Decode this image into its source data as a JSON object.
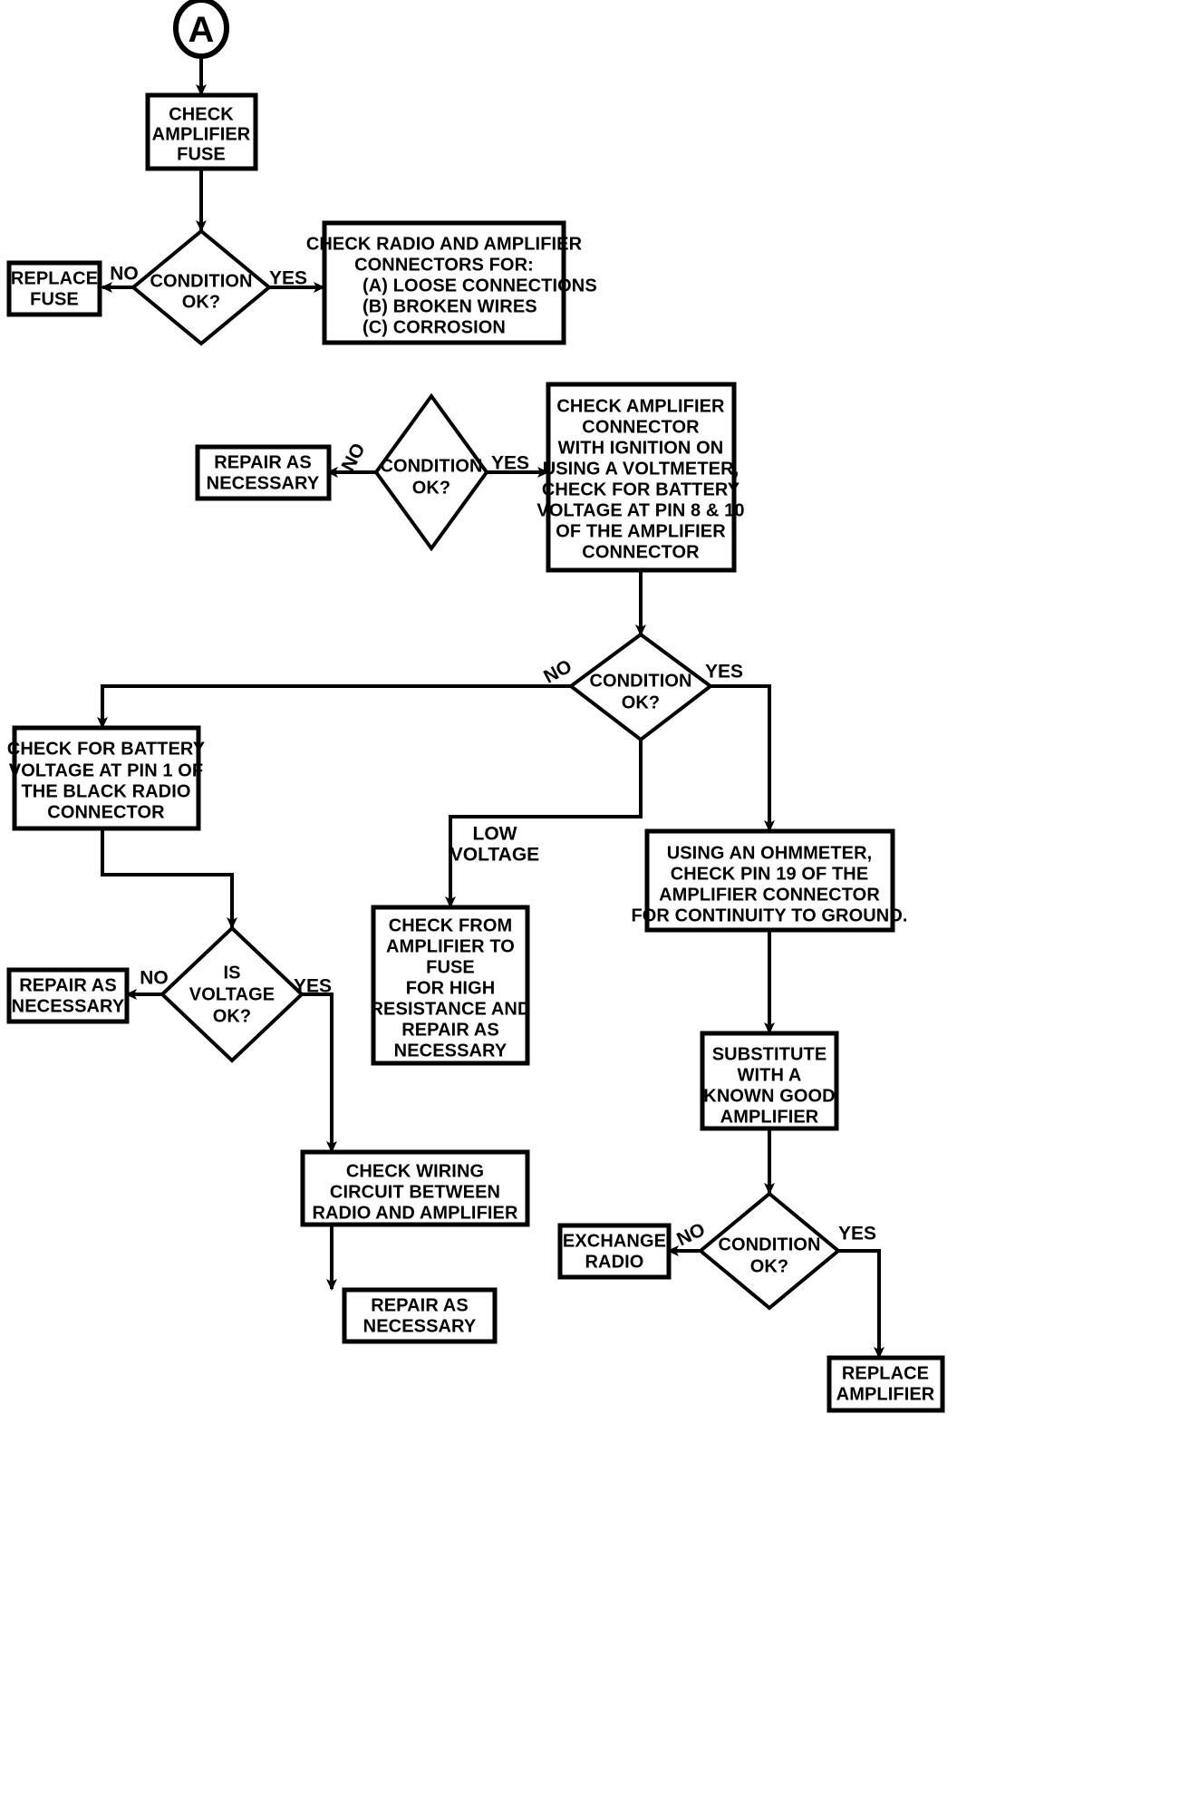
{
  "diagram": {
    "title": "Amplifier / Radio Diagnostic Flowchart",
    "entry_connector": "A",
    "colors": {
      "background": "#ffffff",
      "stroke": "#000000",
      "text": "#000000"
    }
  },
  "nodes": {
    "entry_a": {
      "label": "A",
      "shape": "connector-circle"
    },
    "check_amplifier_fuse": {
      "shape": "process",
      "lines": [
        "CHECK",
        "AMPLIFIER",
        "FUSE"
      ]
    },
    "condition_ok_1": {
      "shape": "decision",
      "lines": [
        "CONDITION",
        "OK?"
      ]
    },
    "replace_fuse": {
      "shape": "process",
      "lines": [
        "REPLACE",
        "FUSE"
      ]
    },
    "check_radio_amp_connectors": {
      "shape": "process",
      "lines": [
        "CHECK RADIO AND AMPLIFIER",
        "CONNECTORS FOR:",
        "(A) LOOSE CONNECTIONS",
        "(B) BROKEN WIRES",
        "(C) CORROSION"
      ]
    },
    "condition_ok_2": {
      "shape": "decision",
      "lines": [
        "CONDITION",
        "OK?"
      ]
    },
    "repair_as_necessary_1": {
      "shape": "process",
      "lines": [
        "REPAIR AS",
        "NECESSARY"
      ]
    },
    "check_amplifier_connector": {
      "shape": "process",
      "lines": [
        "CHECK AMPLIFIER",
        "CONNECTOR",
        "WITH IGNITION ON",
        "USING A VOLTMETER,",
        "CHECK FOR BATTERY",
        "VOLTAGE AT PIN 8 & 10",
        "OF THE AMPLIFIER",
        "CONNECTOR"
      ]
    },
    "condition_ok_3": {
      "shape": "decision",
      "lines": [
        "CONDITION",
        "OK?"
      ]
    },
    "check_battery_voltage_pin1": {
      "shape": "process",
      "lines": [
        "CHECK FOR BATTERY",
        "VOLTAGE AT PIN 1 OF",
        "THE BLACK RADIO",
        "CONNECTOR"
      ]
    },
    "is_voltage_ok": {
      "shape": "decision",
      "lines": [
        "IS",
        "VOLTAGE",
        "OK?"
      ]
    },
    "repair_as_necessary_2": {
      "shape": "process",
      "lines": [
        "REPAIR AS",
        "NECESSARY"
      ]
    },
    "check_from_amplifier_to_fuse": {
      "shape": "process",
      "lines": [
        "CHECK FROM",
        "AMPLIFIER TO",
        "FUSE",
        "FOR HIGH",
        "RESISTANCE AND",
        "REPAIR AS",
        "NECESSARY"
      ]
    },
    "using_ohmmeter": {
      "shape": "process",
      "lines": [
        "USING AN OHMMETER,",
        "CHECK PIN 19 OF THE",
        "AMPLIFIER CONNECTOR",
        "FOR CONTINUITY TO GROUND."
      ]
    },
    "substitute_amplifier": {
      "shape": "process",
      "lines": [
        "SUBSTITUTE",
        "WITH A",
        "KNOWN GOOD",
        "AMPLIFIER"
      ]
    },
    "condition_ok_4": {
      "shape": "decision",
      "lines": [
        "CONDITION",
        "OK?"
      ]
    },
    "exchange_radio": {
      "shape": "process",
      "lines": [
        "EXCHANGE",
        "RADIO"
      ]
    },
    "replace_amplifier": {
      "shape": "process",
      "lines": [
        "REPLACE",
        "AMPLIFIER"
      ]
    },
    "check_wiring_circuit": {
      "shape": "process",
      "lines": [
        "CHECK WIRING",
        "CIRCUIT BETWEEN",
        "RADIO AND AMPLIFIER"
      ]
    },
    "repair_as_necessary_3": {
      "shape": "process",
      "lines": [
        "REPAIR AS",
        "NECESSARY"
      ]
    }
  },
  "edge_labels": {
    "no_1": "NO",
    "yes_1": "YES",
    "no_2": "NO",
    "yes_2": "YES",
    "no_3": "NO",
    "yes_3": "YES",
    "low_voltage": [
      "LOW",
      "VOLTAGE"
    ],
    "no_4": "NO",
    "yes_4": "YES",
    "no_5": "NO",
    "yes_5": "YES"
  }
}
